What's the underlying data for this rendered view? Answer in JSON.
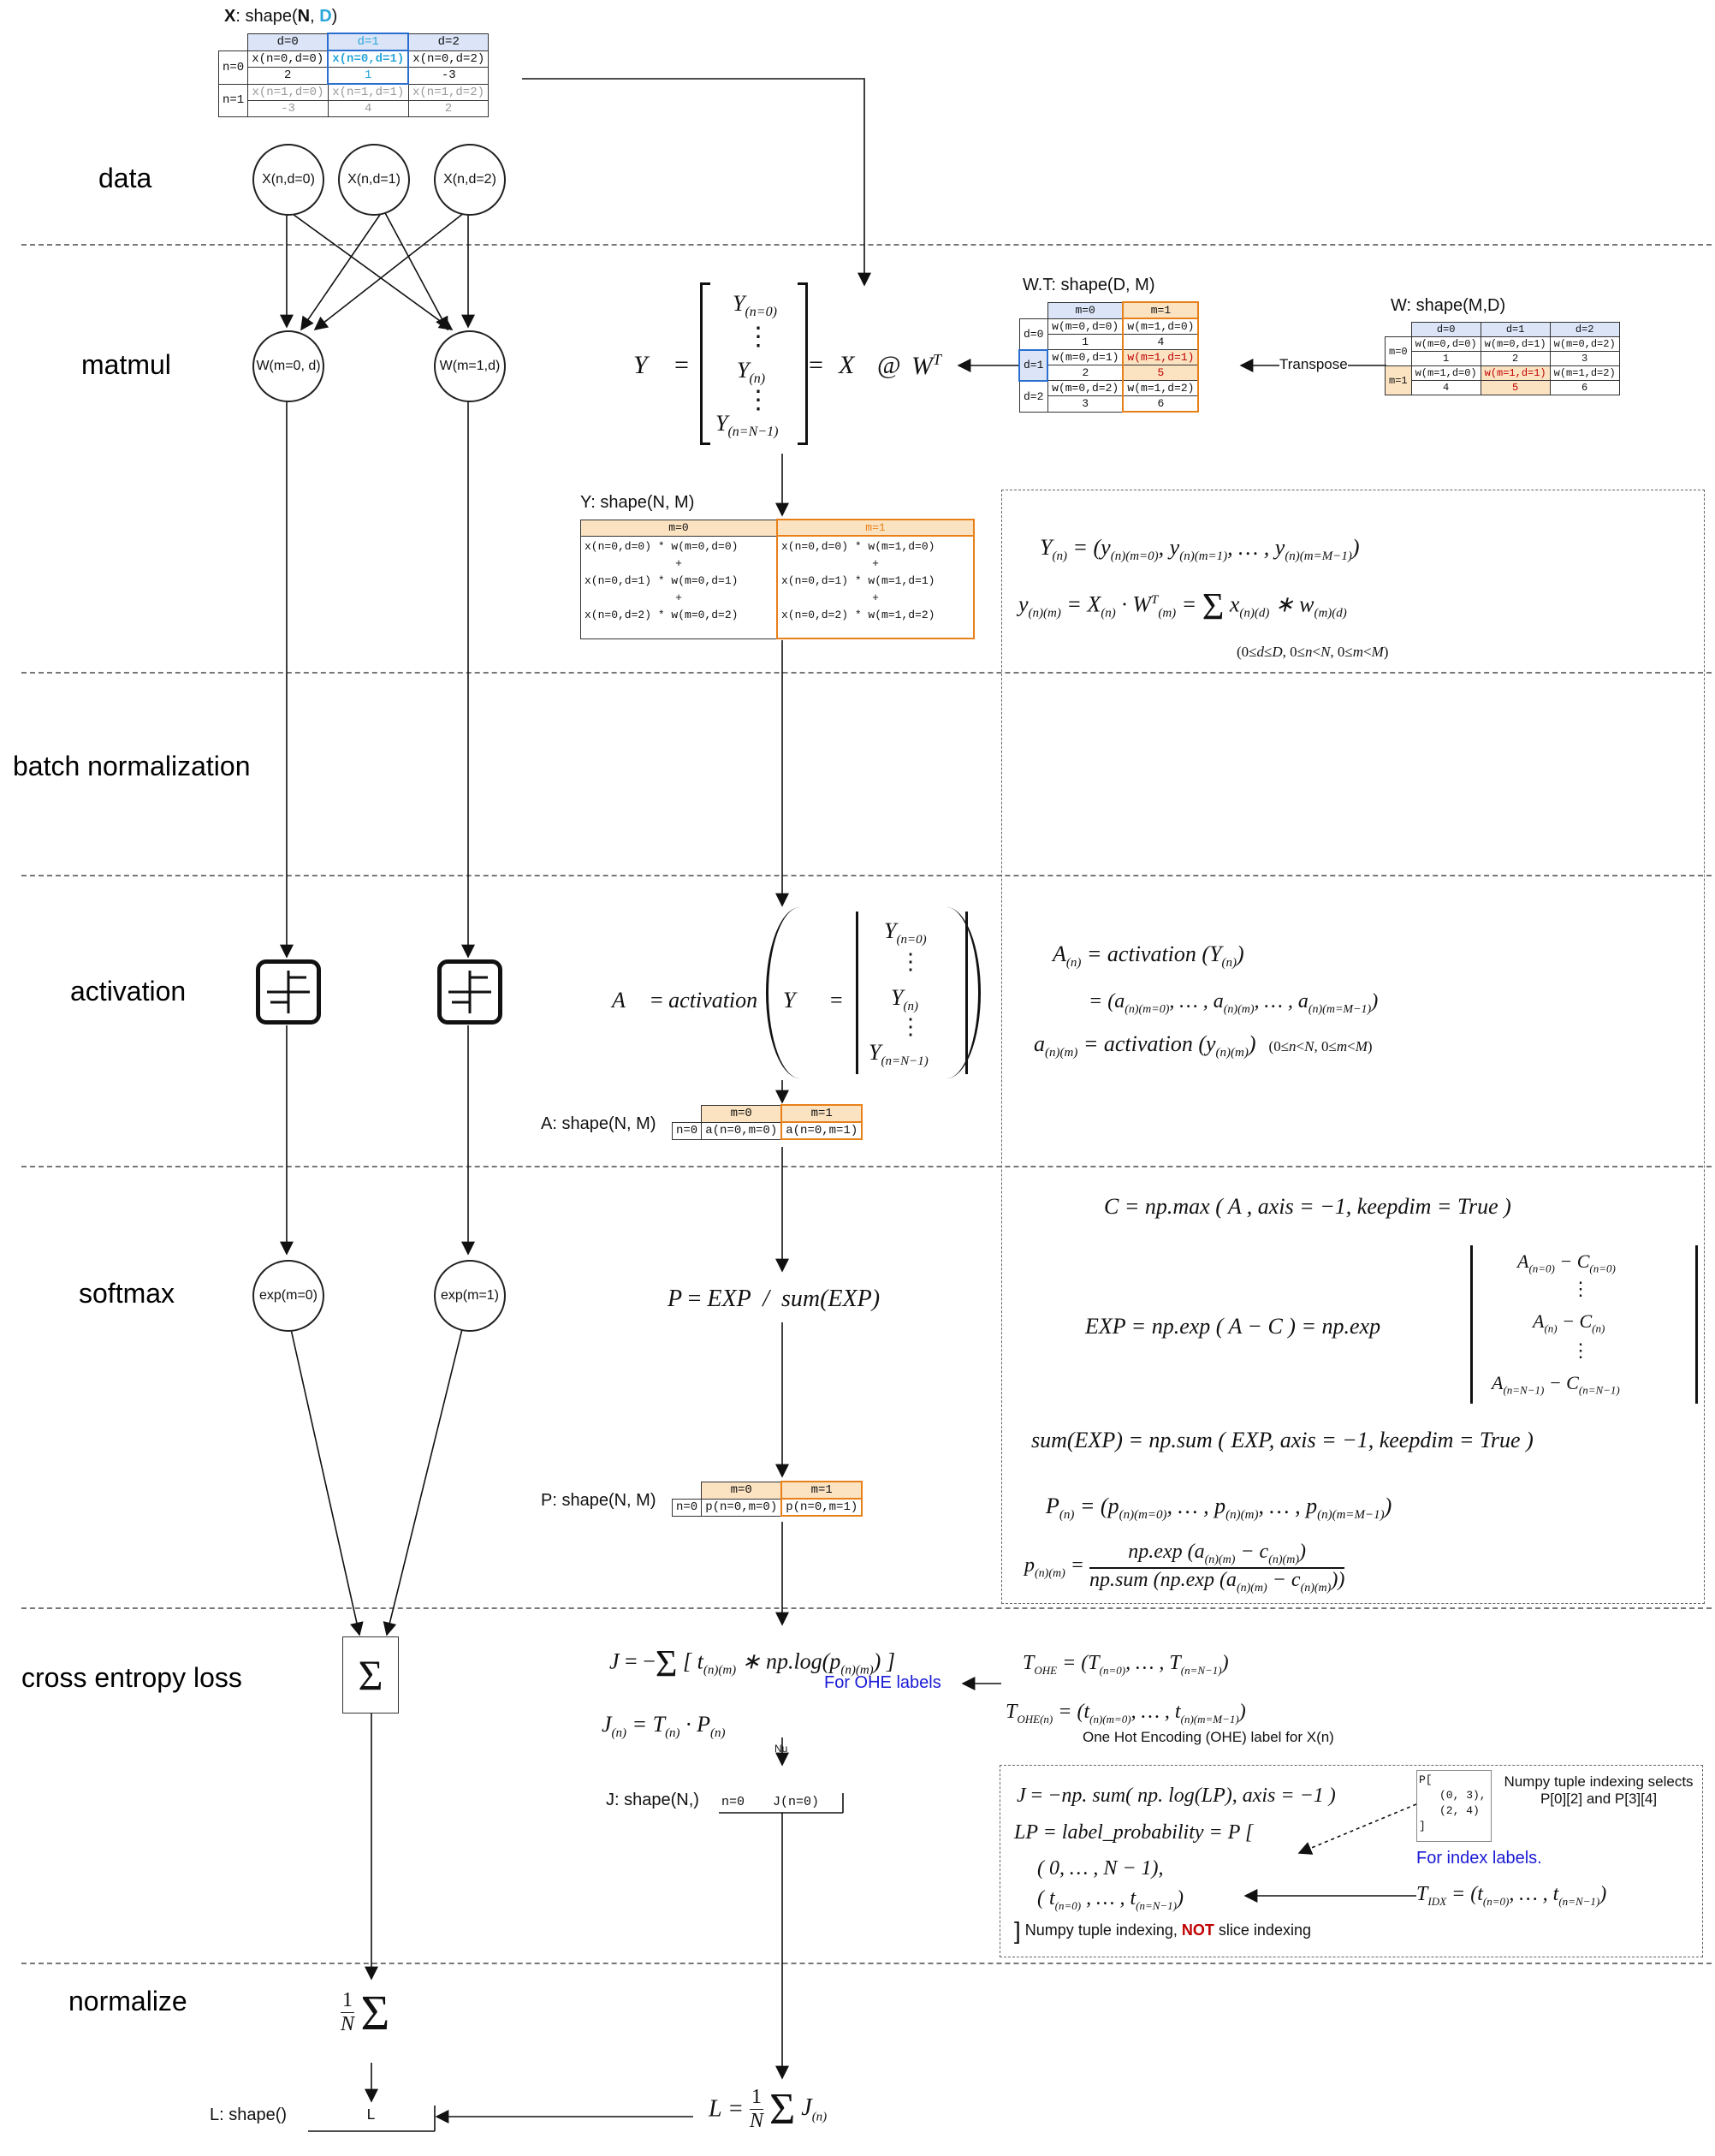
{
  "stages": [
    "data",
    "matmul",
    "batch normalization",
    "activation",
    "softmax",
    "cross entropy loss",
    "normalize"
  ],
  "x_table": {
    "title_prefix": "X",
    "title_shape": ": shape(",
    "title_n": "N",
    ", ": ", ",
    "title_d": "D",
    "title_end": ")",
    "cols": [
      "d=0",
      "d=1",
      "d=2"
    ],
    "rows": [
      {
        "label": "n=0",
        "cells": [
          "x(n=0,d=0)",
          "x(n=0,d=1)",
          "x(n=0,d=2)"
        ],
        "vals": [
          "2",
          "1",
          "-3"
        ]
      },
      {
        "label": "n=1",
        "cells": [
          "x(n=1,d=0)",
          "x(n=1,d=1)",
          "x(n=1,d=2)"
        ],
        "vals": [
          "-3",
          "4",
          "2"
        ]
      }
    ]
  },
  "data_nodes": [
    "X(n,d=0)",
    "X(n,d=1)",
    "X(n,d=2)"
  ],
  "matmul_nodes": [
    "W(m=0, d)",
    "W(m=1,d)"
  ],
  "softmax_nodes": [
    "exp(m=0)",
    "exp(m=1)"
  ],
  "wt_table": {
    "title": "W.T: shape(D, M)",
    "cols": [
      "m=0",
      "m=1"
    ],
    "rows": [
      {
        "label": "d=0",
        "cells": [
          "w(m=0,d=0)",
          "w(m=1,d=0)"
        ],
        "vals": [
          "1",
          "4"
        ]
      },
      {
        "label": "d=1",
        "cells": [
          "w(m=0,d=1)",
          "w(m=1,d=1)"
        ],
        "vals": [
          "2",
          "5"
        ]
      },
      {
        "label": "d=2",
        "cells": [
          "w(m=0,d=2)",
          "w(m=1,d=2)"
        ],
        "vals": [
          "3",
          "6"
        ]
      }
    ]
  },
  "w_table": {
    "title": "W: shape(M,D)",
    "cols": [
      "d=0",
      "d=1",
      "d=2"
    ],
    "rows": [
      {
        "label": "m=0",
        "cells": [
          "w(m=0,d=0)",
          "w(m=0,d=1)",
          "w(m=0,d=2)"
        ],
        "vals": [
          "1",
          "2",
          "3"
        ]
      },
      {
        "label": "m=1",
        "cells": [
          "w(m=1,d=0)",
          "w(m=1,d=1)",
          "w(m=1,d=2)"
        ],
        "vals": [
          "4",
          "5",
          "6"
        ]
      }
    ]
  },
  "transpose_label": "Transpose",
  "y_table": {
    "title": "Y: shape(N, M)",
    "cols": [
      "m=0",
      "m=1"
    ],
    "col0": [
      "x(n=0,d=0) * w(m=0,d=0)",
      "+",
      "x(n=0,d=1) * w(m=0,d=1)",
      "+",
      "x(n=0,d=2) * w(m=0,d=2)"
    ],
    "col1": [
      "x(n=0,d=0) * w(m=1,d=0)",
      "+",
      "x(n=0,d=1) * w(m=1,d=1)",
      "+",
      "x(n=0,d=2) * w(m=1,d=2)"
    ]
  },
  "a_table": {
    "title": "A: shape(N, M)",
    "cols": [
      "m=0",
      "m=1"
    ],
    "row": "n=0",
    "cells": [
      "a(n=0,m=0)",
      "a(n=0,m=1)"
    ]
  },
  "p_table": {
    "title": "P: shape(N, M)",
    "cols": [
      "m=0",
      "m=1"
    ],
    "row": "n=0",
    "cells": [
      "p(n=0,m=0)",
      "p(n=0,m=1)"
    ]
  },
  "j_table": {
    "title": "J: shape(N,)",
    "row": "n=0",
    "cell": "J(n=0)"
  },
  "l_table": {
    "title": "L: shape()",
    "cell": "L"
  },
  "ohe_label": "For OHE labels",
  "ohe_caption": "One Hot Encoding (OHE) label for X(n)",
  "index_label": "For index labels.",
  "numpy_note": "Numpy tuple indexing selects P[0][2] and P[3][4]",
  "numpy_code": [
    "P[",
    "(0, 3),",
    "(2, 4)",
    "]"
  ],
  "numpy_tail_prefix": "Numpy tuple indexing, ",
  "numpy_tail_not": "NOT",
  "numpy_tail_suffix": " slice indexing",
  "nu_label": "Nu",
  "colors": {
    "blue": "#2aa6d9",
    "orange": "#e8801a",
    "red": "#c00000"
  }
}
